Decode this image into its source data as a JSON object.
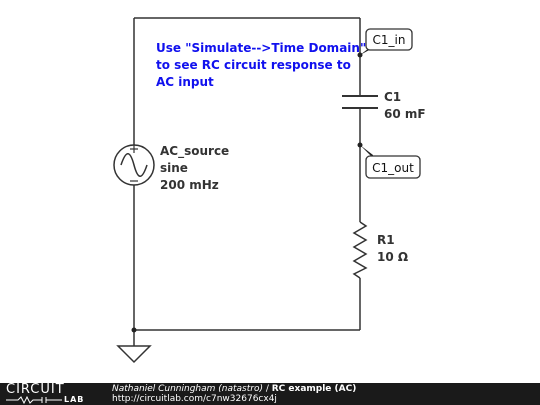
{
  "note": {
    "lines": [
      "Use \"Simulate-->Time Domain\"",
      "see RC circuit response to",
      "AC input"
    ],
    "line_prefixes": [
      "",
      "to ",
      ""
    ],
    "color": "#1010ee"
  },
  "source": {
    "name": "AC_source",
    "type": "sine",
    "frequency": "200 mHz",
    "icon": "ac-source-icon"
  },
  "capacitor": {
    "name": "C1",
    "value": "60 mF"
  },
  "resistor": {
    "name": "R1",
    "value": "10 Ω"
  },
  "probes": {
    "in": "C1_in",
    "out": "C1_out"
  },
  "ground": {
    "icon": "ground-icon"
  },
  "footer": {
    "logo_top": "CIRCUIT",
    "logo_bottom": "LAB",
    "author": "Nathaniel Cunningham (natastro)",
    "separator": " / ",
    "title": "RC example (AC)",
    "url": "http://circuitlab.com/c7nw32676cx4j"
  }
}
